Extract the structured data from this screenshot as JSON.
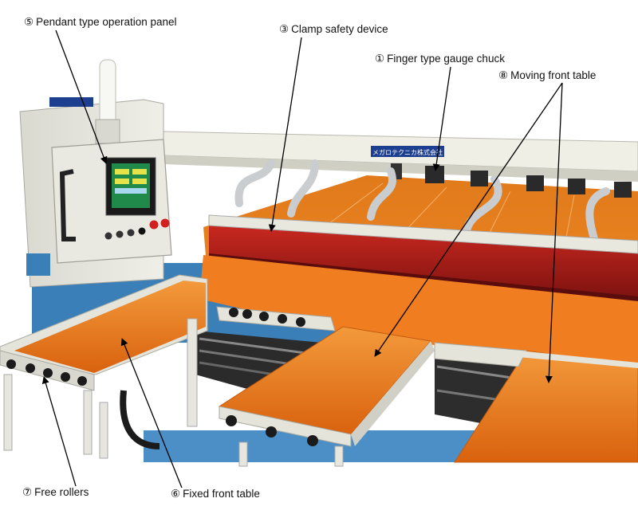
{
  "callouts": {
    "pendant": {
      "number": "⑤",
      "label": "Pendant type operation panel"
    },
    "clamp": {
      "number": "③",
      "label": "Clamp safety device"
    },
    "finger": {
      "number": "①",
      "label": "Finger type gauge chuck"
    },
    "moving": {
      "number": "⑧",
      "label": "Moving front table"
    },
    "rollers": {
      "number": "⑦",
      "label": "Free rollers"
    },
    "fixed": {
      "number": "⑥",
      "label": "Fixed front table"
    }
  },
  "machine": {
    "nameplate": "メガロテクニカ株式会社"
  },
  "colors": {
    "table_orange": "#e8741a",
    "frame": "#e6e6dc",
    "clamp_red": "#b3201c",
    "arrow": "#000000"
  }
}
